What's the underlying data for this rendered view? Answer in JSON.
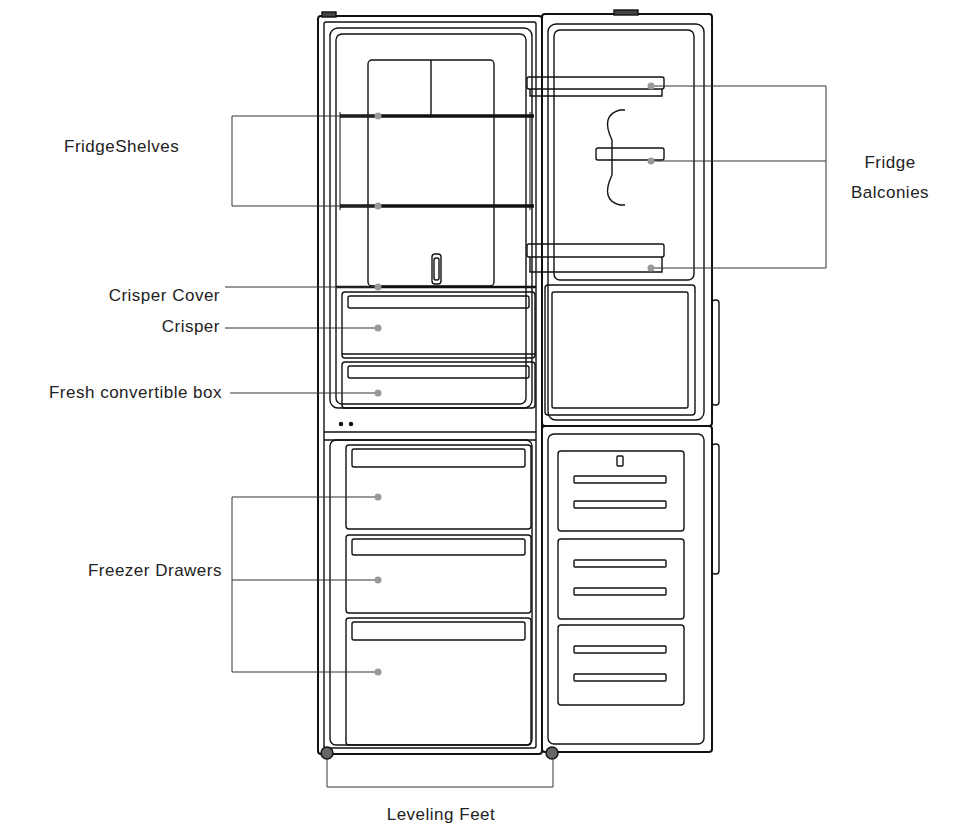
{
  "diagram": {
    "labels": [
      "FridgeShelves",
      "Fridge Balconies",
      "Crisper Cover",
      "Crisper",
      "Fresh convertible box",
      "Freezer Drawers",
      "Leveling Feet"
    ]
  }
}
